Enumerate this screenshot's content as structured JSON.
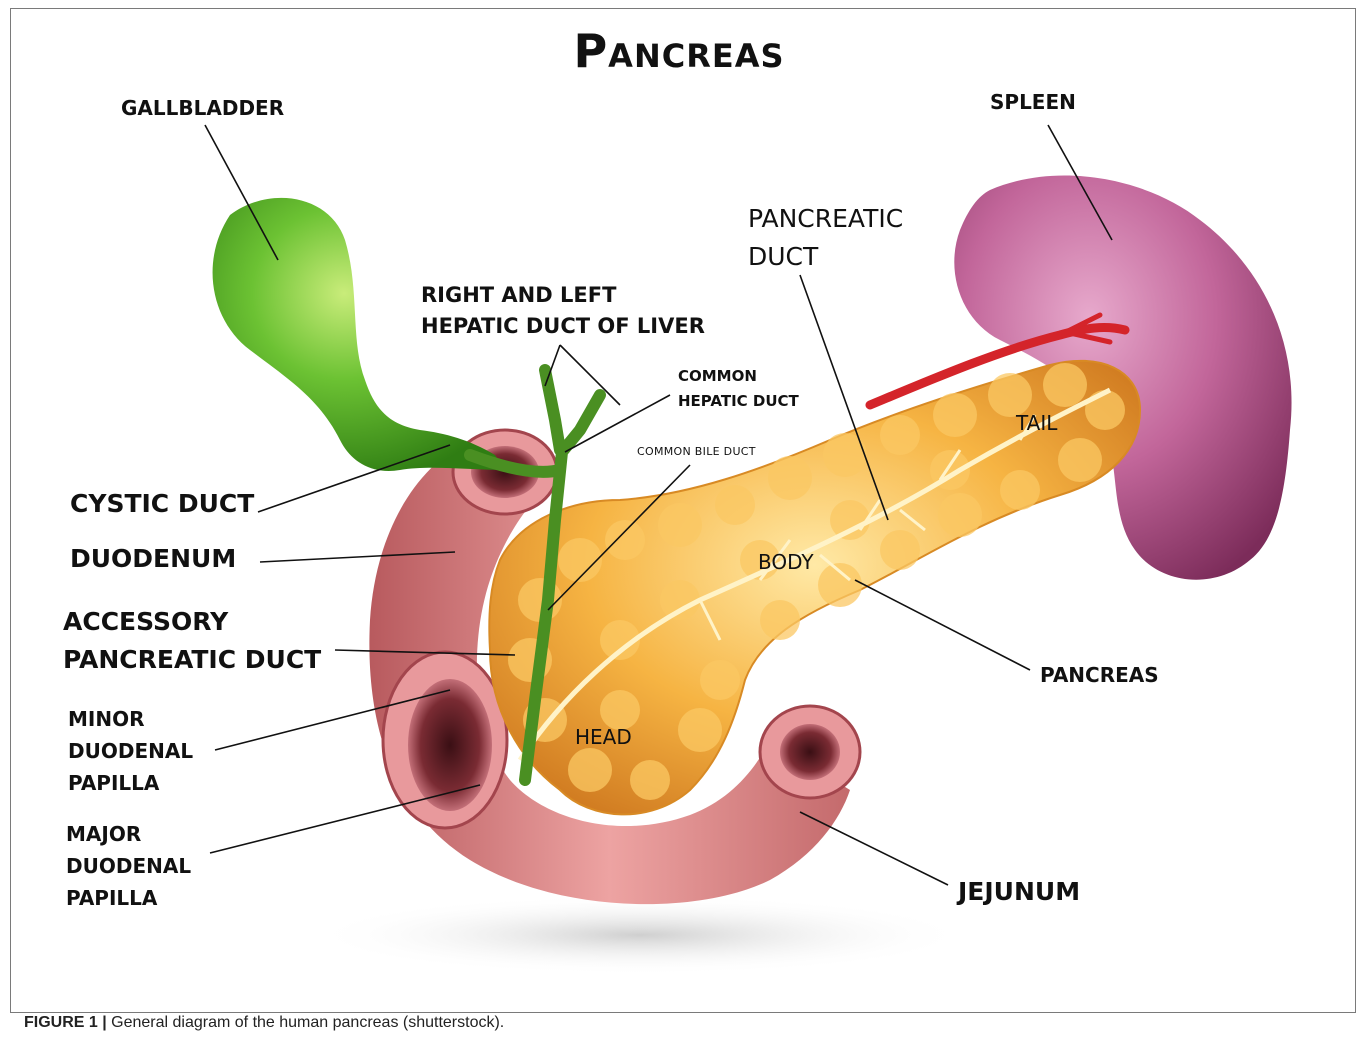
{
  "title": "Pancreas",
  "labels": {
    "gallbladder": "GALLBLADDER",
    "spleen": "SPLEEN",
    "pancreatic_duct_1": "PANCREATIC",
    "pancreatic_duct_2": "DUCT",
    "hepatic_duct_1": "RIGHT AND LEFT",
    "hepatic_duct_2": "HEPATIC DUCT OF LIVER",
    "common_hepatic_1": "COMMON",
    "common_hepatic_2": "HEPATIC DUCT",
    "common_bile_duct": "COMMON BILE DUCT",
    "tail": "TAIL",
    "cystic_duct": "CYSTIC DUCT",
    "duodenum": "DUODENUM",
    "body": "BODY",
    "accessory_1": "ACCESSORY",
    "accessory_2": "PANCREATIC DUCT",
    "pancreas": "PANCREAS",
    "minor_1": "MINOR",
    "minor_2": "DUODENAL",
    "minor_3": "PAPILLA",
    "head": "HEAD",
    "major_1": "MAJOR",
    "major_2": "DUODENAL",
    "major_3": "PAPILLA",
    "jejunum": "JEJUNUM"
  },
  "caption": {
    "figure_label": "FIGURE 1 |",
    "text": " General diagram of the human pancreas (shutterstock)."
  },
  "colors": {
    "gallbladder": "#5fb42a",
    "spleen": "#b34f85",
    "pancreas": "#f0a52a",
    "duodenum": "#d97b7e",
    "artery": "#d4242a"
  }
}
